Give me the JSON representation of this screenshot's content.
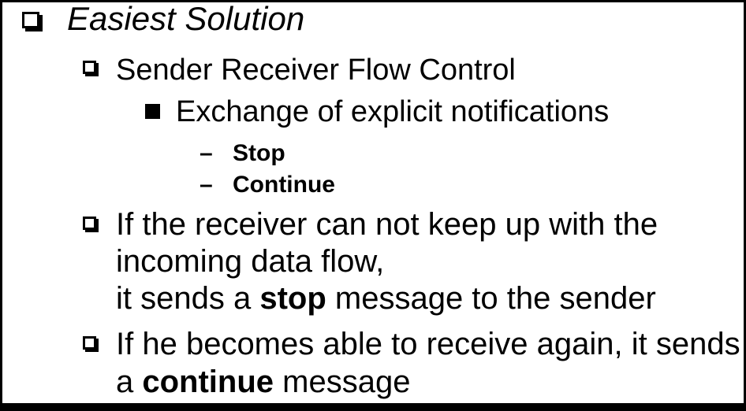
{
  "slide": {
    "heading": "Easiest Solution",
    "sub1": "Sender Receiver Flow Control",
    "sub2": "Exchange of explicit notifications",
    "dash_glyph": "–",
    "dash_items": {
      "stop": "Stop",
      "continue": "Continue"
    },
    "para1": {
      "line1": "If the receiver can not keep up with the",
      "line2": "incoming data flow,",
      "line3_pre": "it sends a ",
      "line3_bold": "stop",
      "line3_post": " message to the sender"
    },
    "para2": {
      "line1": "If he becomes able to receive again, it sends",
      "line2_pre": "a ",
      "line2_bold": "continue",
      "line2_post": " message"
    },
    "icons": {
      "level1_bullet": "shadowed-white-square",
      "level2_bullet": "shadowed-white-square",
      "level3_bullet": "filled-black-square",
      "level4_bullet": "en-dash"
    },
    "colors": {
      "text": "#000000",
      "background": "#ffffff",
      "border": "#000000"
    }
  }
}
